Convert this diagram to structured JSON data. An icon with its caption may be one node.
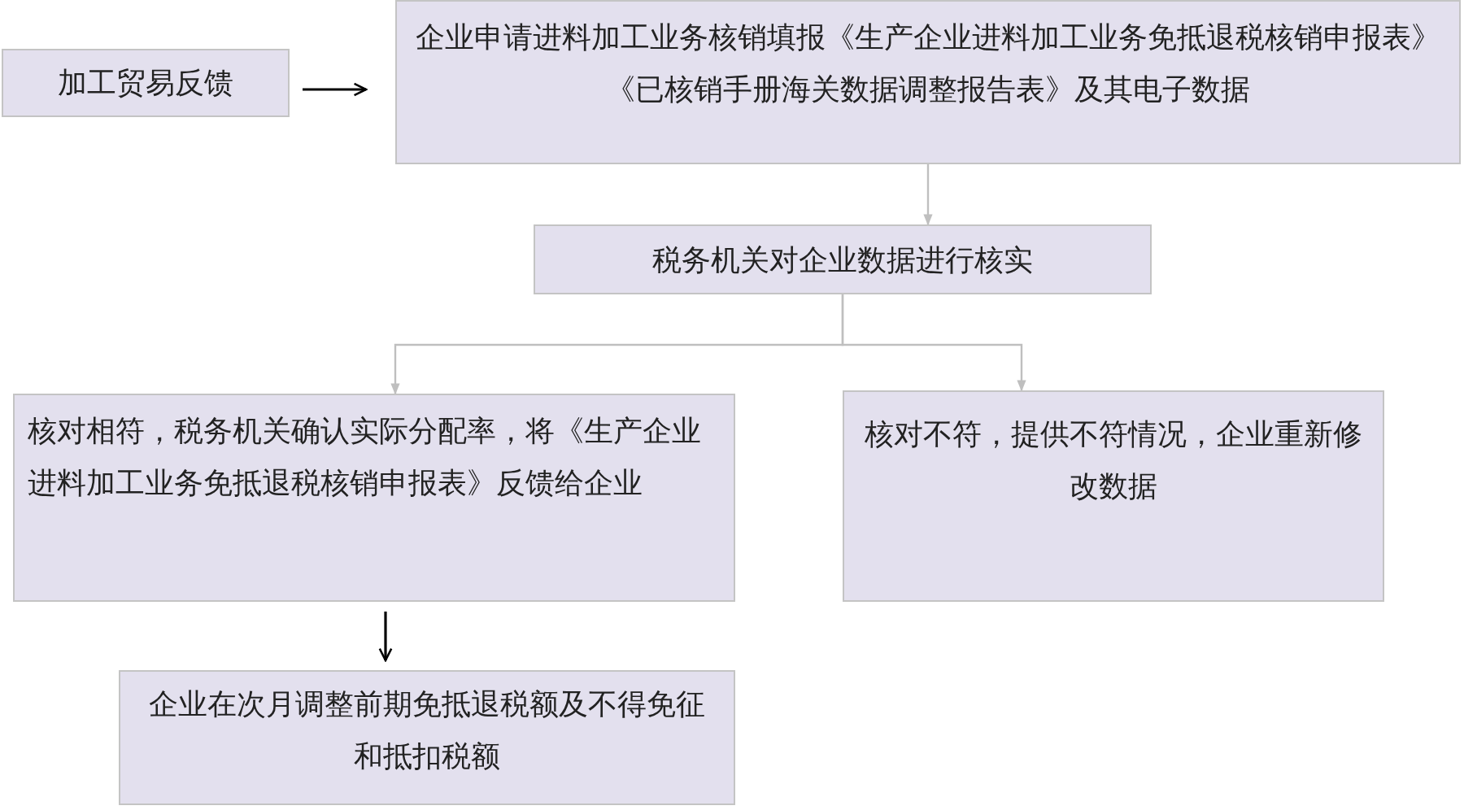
{
  "diagram": {
    "nodes": [
      {
        "text": [
          "加工贸易反馈"
        ]
      },
      {
        "text": [
          "企业申请进料加工业务核销填报《生产企业进料加工业务免抵退税核销申报表》《已核销手册海关数据调整报告表》及其电子数据"
        ]
      },
      {
        "text": [
          "税务机关对企业数据进行核实"
        ]
      },
      {
        "text": [
          "核对相符，税务机关确认实际分配率，将《生产企业进料加工业务免抵退税核销申报表》反馈给企业"
        ]
      },
      {
        "text": [
          "核对不符，提供不符情况，企业重新修改数据"
        ]
      },
      {
        "text": [
          "企业在次月调整前期免抵退税额及不得免征和抵扣税额"
        ]
      }
    ],
    "edges": [
      {
        "from": 0,
        "to": 1,
        "arrow": "to",
        "color": "#000000"
      },
      {
        "from": 1,
        "to": 2,
        "arrow": "to"
      },
      {
        "from": 2,
        "to": 3,
        "arrow": "to"
      },
      {
        "from": 2,
        "to": 4,
        "arrow": "to"
      },
      {
        "from": 3,
        "to": 5,
        "arrow": "to",
        "color": "#000000"
      }
    ]
  }
}
